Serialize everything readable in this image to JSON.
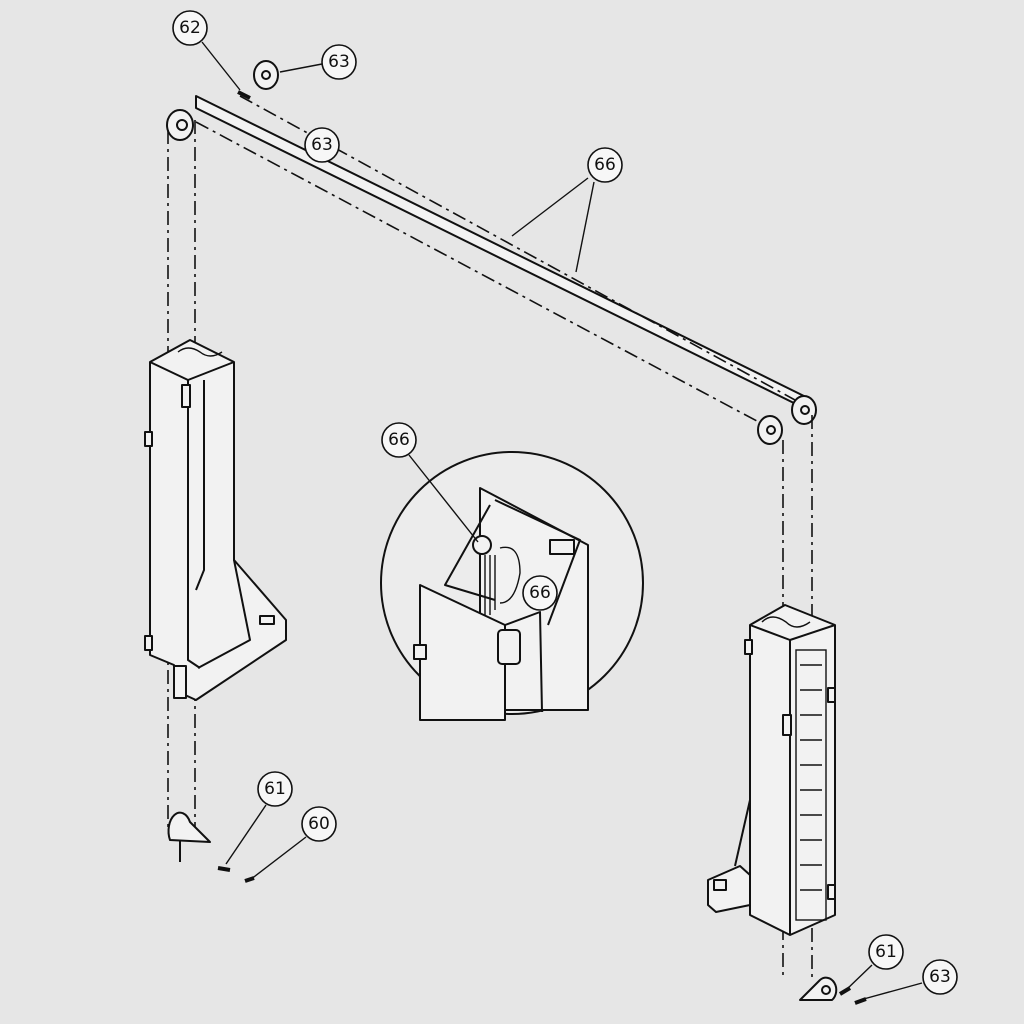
{
  "diagram": {
    "type": "exploded-assembly-drawing",
    "labels": [
      {
        "id": "62"
      },
      {
        "id": "63"
      },
      {
        "id": "63"
      },
      {
        "id": "66"
      },
      {
        "id": "66"
      },
      {
        "id": "66"
      },
      {
        "id": "61"
      },
      {
        "id": "60"
      },
      {
        "id": "61"
      },
      {
        "id": "63"
      }
    ],
    "colors": {
      "background": "#e6e6e6",
      "line": "#111111"
    }
  }
}
